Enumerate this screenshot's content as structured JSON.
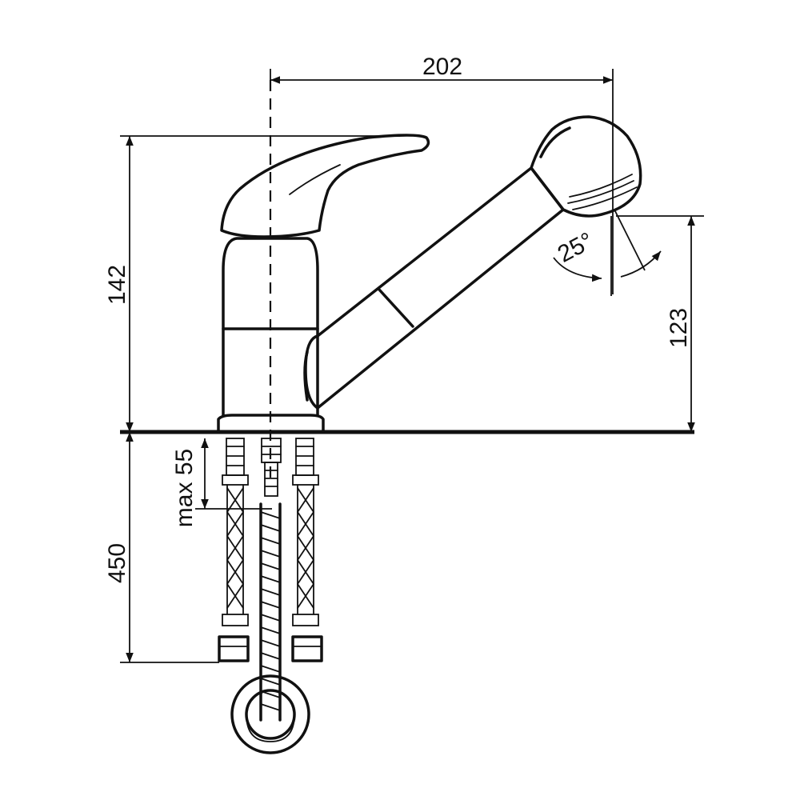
{
  "dimensions": {
    "spout_reach": "202",
    "total_height": "142",
    "spout_height": "123",
    "hose_length": "450",
    "max_mount_thickness": "max 55",
    "spray_angle": "25°"
  },
  "colors": {
    "line": "#111111",
    "background": "#ffffff"
  }
}
